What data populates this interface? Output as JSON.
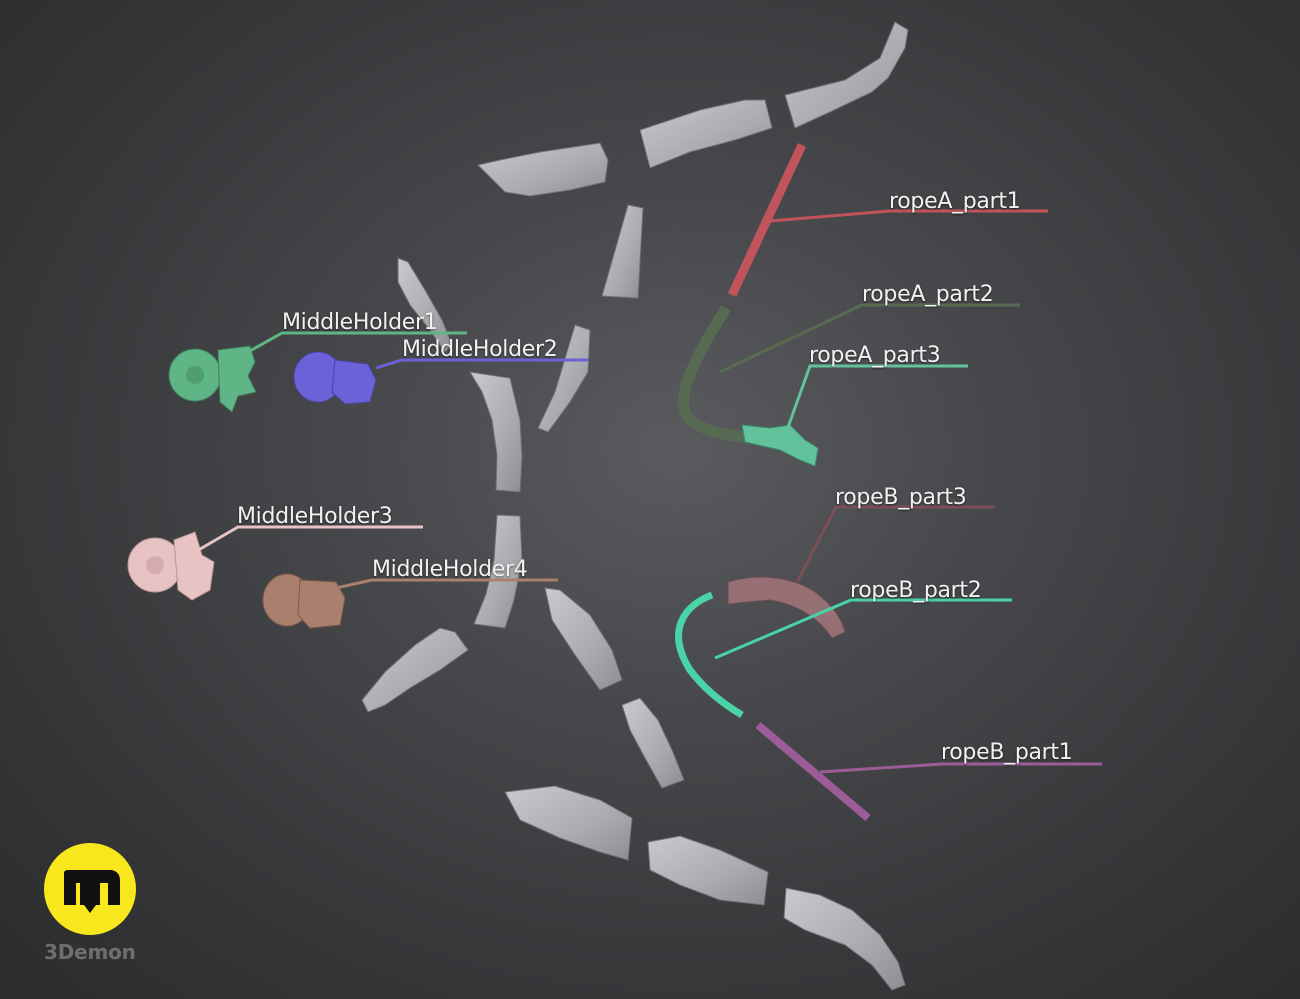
{
  "labels": {
    "middle_holder_1": "MiddleHolder1",
    "middle_holder_2": "MiddleHolder2",
    "middle_holder_3": "MiddleHolder3",
    "middle_holder_4": "MiddleHolder4",
    "rope_a_part1": "ropeA_part1",
    "rope_a_part2": "ropeA_part2",
    "rope_a_part3": "ropeA_part3",
    "rope_b_part1": "ropeB_part1",
    "rope_b_part2": "ropeB_part2",
    "rope_b_part3": "ropeB_part3"
  },
  "colors": {
    "middle_holder_1": "#5fb585",
    "middle_holder_2": "#6a62d6",
    "middle_holder_3": "#e8c3c4",
    "middle_holder_4": "#a97f6d",
    "rope_a_part1": "#c1545a",
    "rope_a_part2": "#566b52",
    "rope_a_part3": "#62c29b",
    "rope_b_part1": "#9c5c98",
    "rope_b_part2": "#49d3a6",
    "rope_b_part3": "#9e7479",
    "gray_part": "#aeb0b3",
    "logo_yellow": "#f7e71c"
  },
  "logo": {
    "icon": "3demon-logo-icon",
    "brand_text": "3Demon"
  }
}
